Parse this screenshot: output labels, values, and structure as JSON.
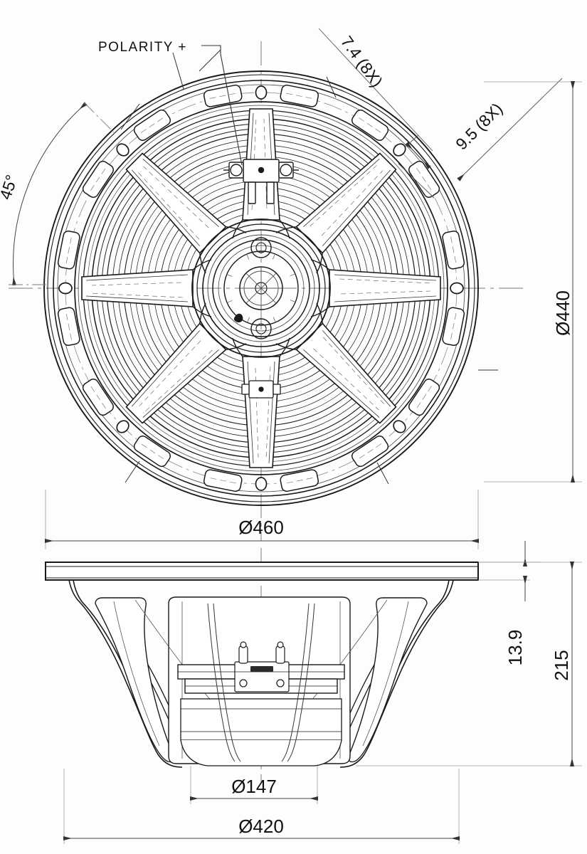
{
  "drawing": {
    "type": "mechanical-engineering-drawing",
    "subject": "loudspeaker-woofer",
    "units": "millimetres",
    "views": [
      {
        "name": "front-view",
        "label": "front view of speaker basket (8 spokes)"
      },
      {
        "name": "section-view",
        "label": "side section view of speaker"
      }
    ]
  },
  "notes": {
    "polarity": "POLARITY  +"
  },
  "dimensions": {
    "hole_width": {
      "value": "7.4 (8X)",
      "name": "slot-width-dimension"
    },
    "hole_spacing": {
      "value": "9.5 (8X)",
      "name": "hole-diameter-dimension"
    },
    "angle": {
      "value": "45°",
      "name": "angular-dimension"
    },
    "bolt_circle": {
      "value": "Ø440",
      "name": "bolt-circle-dimension"
    },
    "outer_diameter": {
      "value": "Ø460",
      "name": "outer-diameter-dimension"
    },
    "flange_thickness": {
      "value": "13.9",
      "name": "flange-thickness-dimension"
    },
    "overall_depth": {
      "value": "215",
      "name": "overall-depth-dimension"
    },
    "magnet_diameter": {
      "value": "Ø147",
      "name": "magnet-diameter-dimension"
    },
    "cutout_diameter": {
      "value": "Ø420",
      "name": "cutout-diameter-dimension"
    }
  },
  "chart_data": {
    "type": "table",
    "title": "Loudspeaker dimensions",
    "categories": [
      "7.4 (8X)",
      "9.5 (8X)",
      "45°",
      "Ø440",
      "Ø460",
      "13.9",
      "215",
      "Ø147",
      "Ø420"
    ],
    "values": [
      7.4,
      9.5,
      45,
      440,
      460,
      13.9,
      215,
      147,
      420
    ]
  },
  "colors": {
    "line": "#1a1a1a",
    "thin": "#4a4a4a",
    "center": "#6b6b6b",
    "background": "#fdfdfb"
  }
}
